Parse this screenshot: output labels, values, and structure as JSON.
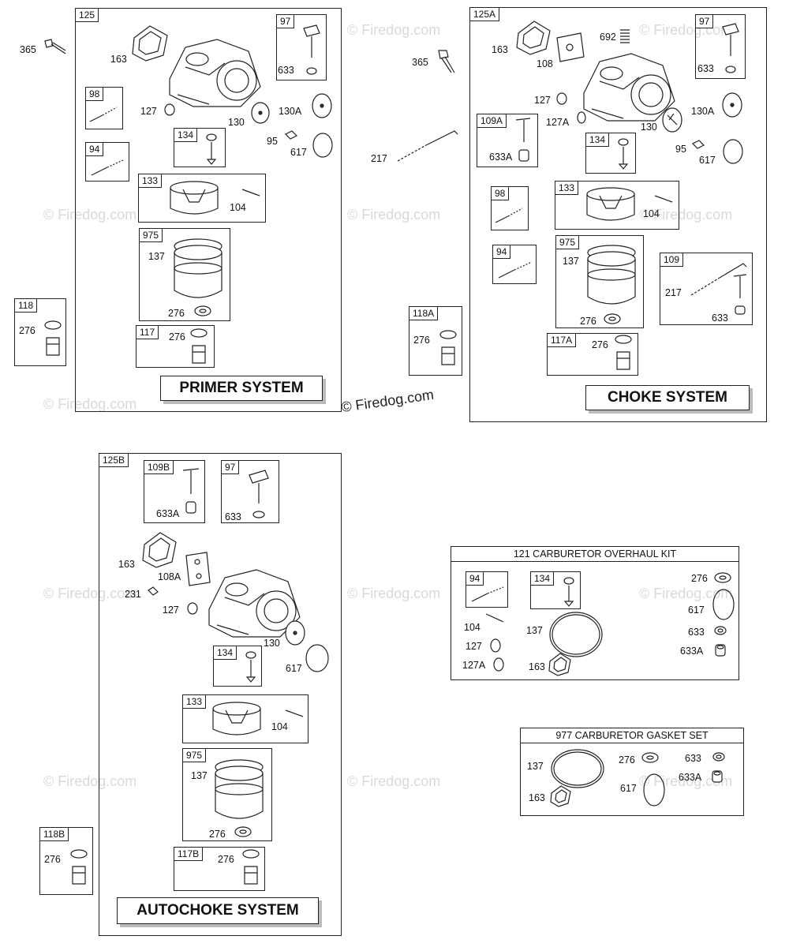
{
  "watermark": "© Firedog.com",
  "copyright": "© Firedog.com",
  "primer": {
    "tag": "125",
    "title": "PRIMER SYSTEM",
    "outside": {
      "screw": "365",
      "k118": "118",
      "k118_276": "276"
    },
    "labels": {
      "l163": "163",
      "l127": "127",
      "l130": "130",
      "l130A": "130A",
      "l95": "95",
      "l617": "617",
      "l104": "104",
      "l137": "137",
      "l276": "276"
    },
    "k97": {
      "tag": "97",
      "part": "633"
    },
    "k98": {
      "tag": "98"
    },
    "k94": {
      "tag": "94"
    },
    "k134": {
      "tag": "134"
    },
    "k133": {
      "tag": "133"
    },
    "k975": {
      "tag": "975"
    },
    "k117": {
      "tag": "117",
      "part": "276"
    }
  },
  "choke": {
    "tag": "125A",
    "title": "CHOKE SYSTEM",
    "outside": {
      "screw": "365",
      "spring": "217",
      "k118A": "118A",
      "k118A_276": "276"
    },
    "labels": {
      "l163": "163",
      "l108": "108",
      "l692": "692",
      "l127": "127",
      "l127A": "127A",
      "l130": "130",
      "l130A": "130A",
      "l95": "95",
      "l617": "617",
      "l104": "104",
      "l137": "137",
      "l276": "276"
    },
    "k97": {
      "tag": "97",
      "part": "633"
    },
    "k109A": {
      "tag": "109A",
      "part": "633A"
    },
    "k134": {
      "tag": "134"
    },
    "k133": {
      "tag": "133"
    },
    "k98": {
      "tag": "98"
    },
    "k94": {
      "tag": "94"
    },
    "k975": {
      "tag": "975"
    },
    "k109": {
      "tag": "109",
      "spring": "217",
      "part": "633"
    },
    "k117A": {
      "tag": "117A",
      "part": "276"
    }
  },
  "autochoke": {
    "tag": "125B",
    "title": "AUTOCHOKE SYSTEM",
    "outside": {
      "k118B": "118B",
      "k118B_276": "276"
    },
    "labels": {
      "l163": "163",
      "l108A": "108A",
      "l231": "231",
      "l127": "127",
      "l130": "130",
      "l617": "617",
      "l104": "104",
      "l137": "137",
      "l276": "276"
    },
    "k109B": {
      "tag": "109B",
      "part": "633A"
    },
    "k97": {
      "tag": "97",
      "part": "633"
    },
    "k134": {
      "tag": "134"
    },
    "k133": {
      "tag": "133"
    },
    "k975": {
      "tag": "975"
    },
    "k117B": {
      "tag": "117B",
      "part": "276"
    }
  },
  "overhaul": {
    "title": "121 CARBURETOR OVERHAUL KIT",
    "k94": "94",
    "k134": "134",
    "labels": {
      "l104": "104",
      "l127": "127",
      "l127A": "127A",
      "l137": "137",
      "l163": "163",
      "l276": "276",
      "l617": "617",
      "l633": "633",
      "l633A": "633A"
    }
  },
  "gasket": {
    "title": "977 CARBURETOR GASKET SET",
    "labels": {
      "l137": "137",
      "l163": "163",
      "l276": "276",
      "l617": "617",
      "l633": "633",
      "l633A": "633A"
    }
  }
}
